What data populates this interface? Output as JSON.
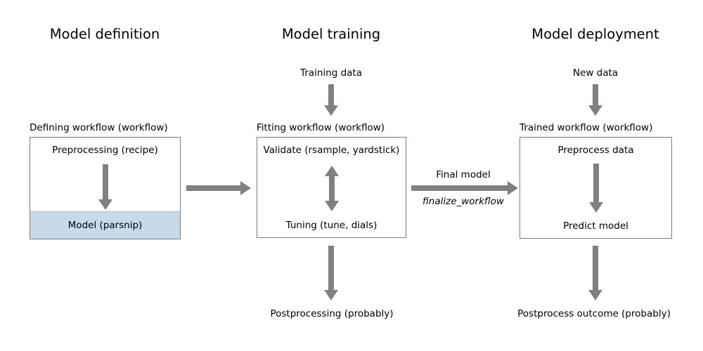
{
  "diagram": {
    "columns": [
      {
        "title": "Model definition",
        "box_label": "Defining workflow (workflow)",
        "box_top": "Preprocessing (recipe)",
        "box_bottom": "Model (parsnip)"
      },
      {
        "title": "Model training",
        "input": "Training data",
        "box_label": "Fitting workflow (workflow)",
        "box_top": "Validate (rsample, yardstick)",
        "box_bottom": "Tuning (tune, dials)",
        "output": "Postprocessing (probably)"
      },
      {
        "title": "Model deployment",
        "input": "New data",
        "box_label": "Trained workflow (workflow)",
        "box_top": "Preprocess data",
        "box_bottom": "Predict model",
        "output": "Postprocess outcome (probably)"
      }
    ],
    "transition_label_top": "Final model",
    "transition_label_bottom": "finalize_workflow",
    "colors": {
      "arrow": "#808080",
      "box_border": "#7d7d7d",
      "model_fill": "#c5dbe9",
      "model_strip_border": "#a3c3d9",
      "text": "#000000",
      "background": "#ffffff"
    }
  }
}
